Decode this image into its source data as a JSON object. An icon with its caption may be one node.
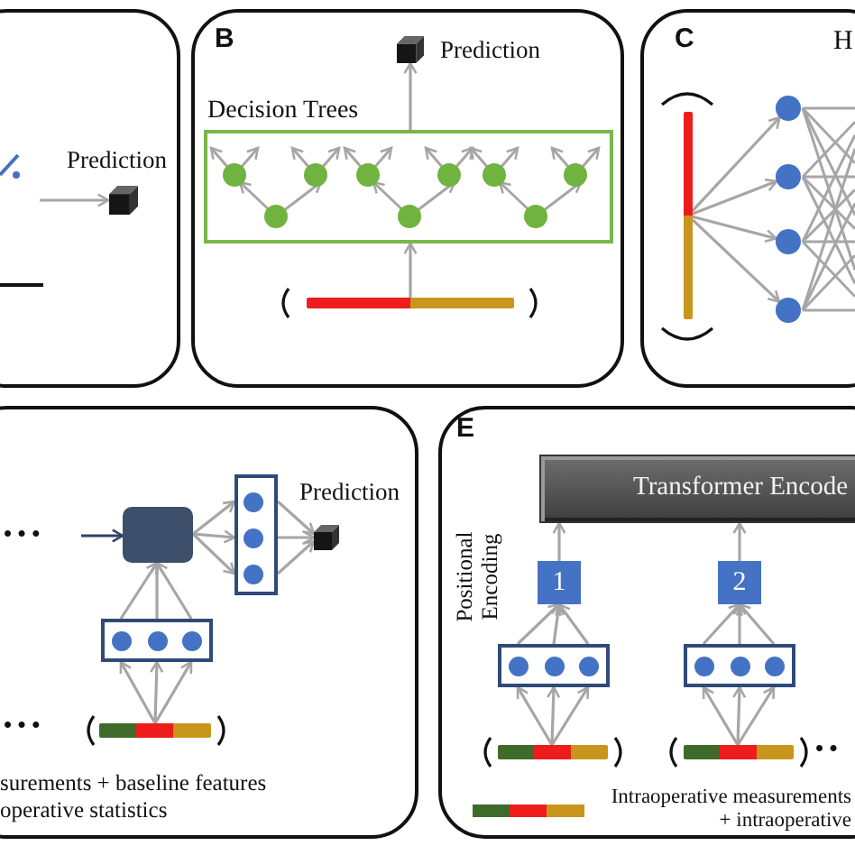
{
  "diagram": {
    "nodes": [
      {
        "text": [],
        "shape": "box"
      },
      {
        "text": [],
        "shape": "box",
        "beside": [
          "Prediction"
        ],
        "in": 0
      },
      {
        "text": [
          "B"
        ]
      },
      {
        "text": [],
        "shape": "box",
        "beside": [
          "Prediction"
        ],
        "in": 2
      },
      {
        "text": [
          "Decision Trees"
        ],
        "in": 2
      },
      {
        "text": [],
        "shape": "bar",
        "in": 2
      },
      {
        "text": [
          "C",
          "H"
        ]
      },
      {
        "text": [],
        "shape": "bar",
        "in": 6
      },
      {
        "text": [],
        "shape": "circle",
        "in": 6
      },
      {
        "text": [],
        "shape": "circle",
        "in": 6
      },
      {
        "text": [],
        "shape": "circle",
        "in": 6
      },
      {
        "text": [],
        "shape": "circle",
        "in": 6
      },
      {
        "text": [
          "surements + baseline features",
          "operative statistics"
        ]
      },
      {
        "text": [],
        "shape": "box",
        "in": 12
      },
      {
        "text": [],
        "shape": "box",
        "in": 12
      },
      {
        "text": [],
        "shape": "box",
        "beside": [
          "Prediction"
        ],
        "in": 12
      },
      {
        "text": [],
        "shape": "box",
        "in": 12
      },
      {
        "text": [],
        "shape": "bar",
        "in": 12
      },
      {
        "text": [
          "E"
        ]
      },
      {
        "text": [
          "Transformer Encode"
        ],
        "in": 18
      },
      {
        "text": [
          "1"
        ],
        "in": 18
      },
      {
        "text": [
          "2"
        ],
        "in": 18
      },
      {
        "text": [],
        "shape": "box",
        "in": 18
      },
      {
        "text": [],
        "shape": "box",
        "in": 18
      },
      {
        "text": [],
        "shape": "bar",
        "in": 18
      },
      {
        "text": [],
        "shape": "bar",
        "in": 18
      }
    ],
    "edges": [
      {
        "from": null,
        "to": 1,
        "arrow": "to"
      },
      {
        "from": 5,
        "to": 4,
        "arrow": "to"
      },
      {
        "from": 4,
        "to": 3,
        "arrow": "to"
      },
      {
        "from": 7,
        "to": 8,
        "arrow": "to"
      },
      {
        "from": 7,
        "to": 9,
        "arrow": "to"
      },
      {
        "from": 7,
        "to": 10,
        "arrow": "to"
      },
      {
        "from": 7,
        "to": 11,
        "arrow": "to"
      },
      {
        "from": null,
        "to": 13,
        "arrow": "to",
        "color": "#2e4466"
      },
      {
        "from": 16,
        "to": 13,
        "arrow": "to"
      },
      {
        "from": 16,
        "to": 13,
        "arrow": "to"
      },
      {
        "from": 16,
        "to": 13,
        "arrow": "to"
      },
      {
        "from": 17,
        "to": 16,
        "arrow": "to"
      },
      {
        "from": 17,
        "to": 16,
        "arrow": "to"
      },
      {
        "from": 17,
        "to": 16,
        "arrow": "to"
      },
      {
        "from": 13,
        "to": 14,
        "arrow": "to"
      },
      {
        "from": 13,
        "to": 14,
        "arrow": "to"
      },
      {
        "from": 13,
        "to": 14,
        "arrow": "to"
      },
      {
        "from": 14,
        "to": 15,
        "arrow": "to"
      },
      {
        "from": 14,
        "to": 15,
        "arrow": "to"
      },
      {
        "from": 14,
        "to": 15,
        "arrow": "to"
      },
      {
        "from": 22,
        "to": 20,
        "arrow": "to"
      },
      {
        "from": 22,
        "to": 20,
        "arrow": "to"
      },
      {
        "from": 22,
        "to": 20,
        "arrow": "to"
      },
      {
        "from": 20,
        "to": 19,
        "arrow": "to"
      },
      {
        "from": 24,
        "to": 22,
        "arrow": "to"
      },
      {
        "from": 24,
        "to": 22,
        "arrow": "to"
      },
      {
        "from": 24,
        "to": 22,
        "arrow": "to"
      },
      {
        "from": 23,
        "to": 21,
        "arrow": "to"
      },
      {
        "from": 23,
        "to": 21,
        "arrow": "to"
      },
      {
        "from": 23,
        "to": 21,
        "arrow": "to"
      },
      {
        "from": 21,
        "to": 19,
        "arrow": "to"
      },
      {
        "from": 25,
        "to": 23,
        "arrow": "to"
      },
      {
        "from": 25,
        "to": 23,
        "arrow": "to"
      },
      {
        "from": 25,
        "to": 23,
        "arrow": "to"
      }
    ],
    "labels": [
      "Positional Encoding",
      "• • •",
      "• • •",
      "• •"
    ],
    "legend": [
      {
        "text": "Intraoperative measurements + intraoperative"
      }
    ]
  }
}
